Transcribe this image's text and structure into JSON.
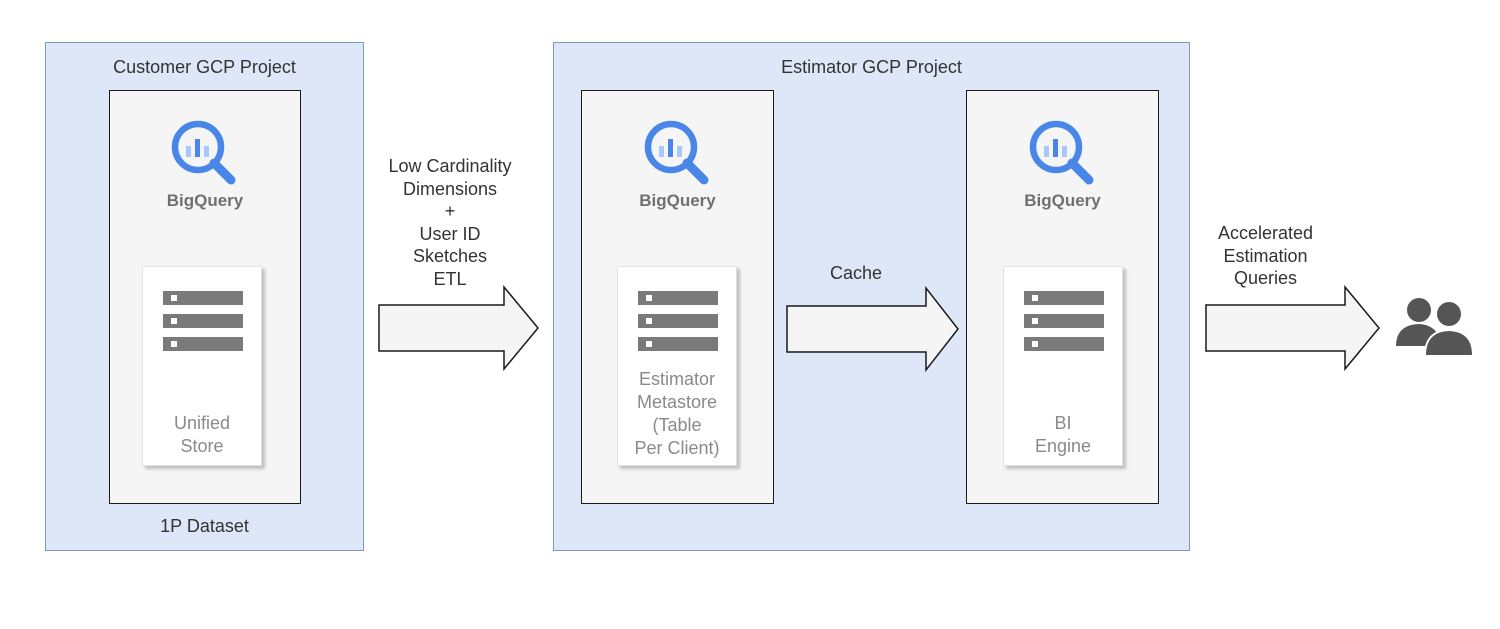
{
  "customer_project": {
    "title": "Customer GCP Project",
    "bottom_label": "1P Dataset",
    "panel": {
      "product_label": "BigQuery",
      "store_lines": [
        "Unified",
        "Store"
      ]
    }
  },
  "estimator_project": {
    "title": "Estimator GCP Project",
    "metastore_panel": {
      "product_label": "BigQuery",
      "store_lines": [
        "Estimator",
        "Metastore",
        "(Table",
        "Per Client)"
      ]
    },
    "bi_panel": {
      "product_label": "BigQuery",
      "store_lines": [
        "BI",
        "Engine"
      ]
    }
  },
  "flows": {
    "etl": [
      "Low Cardinality",
      "Dimensions",
      "+",
      "User ID",
      "Sketches",
      "ETL"
    ],
    "cache": [
      "Cache"
    ],
    "queries": [
      "Accelerated",
      "Estimation",
      "Queries"
    ]
  },
  "icons": {
    "product": "bigquery-icon",
    "database": "database-icon",
    "users": "users-icon"
  },
  "colors": {
    "project_fill": "#dde7f8",
    "project_border": "#7f9bbf",
    "bigquery_blue": "#4a86e8",
    "bigquery_light": "#a8c7fa"
  }
}
